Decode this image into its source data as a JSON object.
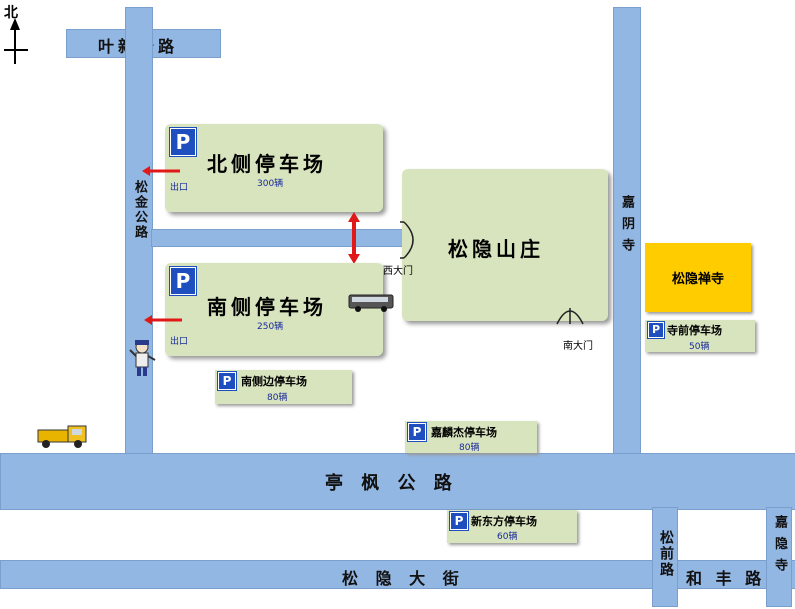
{
  "compass": {
    "label": "北"
  },
  "roads": {
    "yexin": "叶新公路",
    "songjin": "松金公路",
    "xxx_right": "嘉 阴 寺",
    "tingfeng": "亭 枫 公 路",
    "songyin": "松 隐 大 街",
    "songqian": "松前路",
    "hefeng": "和 丰 路",
    "far_right": "嘉 隐 寺"
  },
  "parking": {
    "north": {
      "name": "北侧停车场",
      "capacity": "300辆",
      "exit": "出口",
      "p": "P"
    },
    "south": {
      "name": "南侧停车场",
      "capacity": "250辆",
      "exit": "出口",
      "p": "P"
    },
    "south_side": {
      "name": "南侧边停车场",
      "capacity": "80辆",
      "p": "P"
    },
    "jialinjie": {
      "name": "嘉麟杰停车场",
      "capacity": "80辆",
      "p": "P"
    },
    "xindongfang": {
      "name": "新东方停车场",
      "capacity": "60辆",
      "p": "P"
    },
    "siqian": {
      "name": "寺前停车场",
      "capacity": "50辆",
      "p": "P"
    }
  },
  "landmarks": {
    "villa": "松隐山庄",
    "temple": "松隐禅寺",
    "west_gate": "西大门",
    "south_gate": "南大门"
  },
  "colors": {
    "road": "#93b7e3",
    "lot": "#d7e4bd",
    "temple": "#ffcc00",
    "parking_icon": "#1f4fbf",
    "arrow": "#e01818"
  }
}
